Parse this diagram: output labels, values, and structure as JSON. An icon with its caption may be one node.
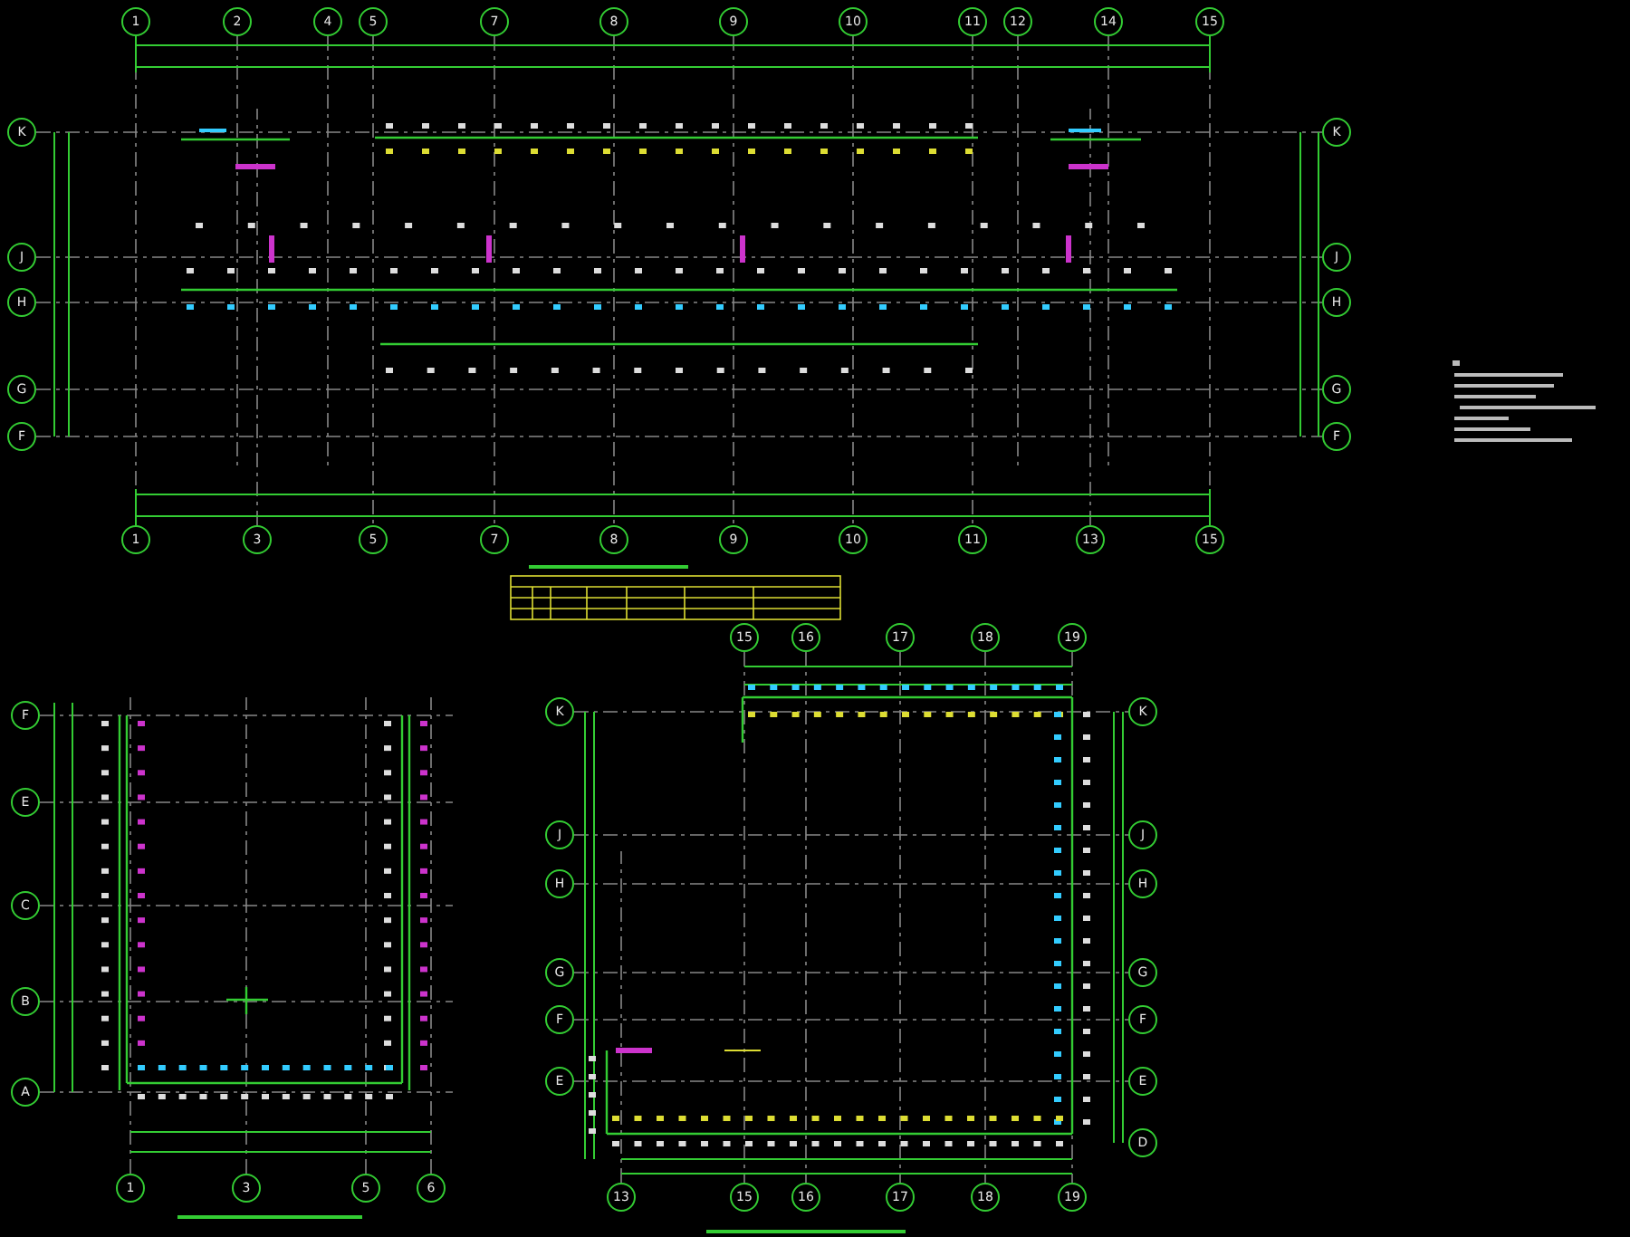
{
  "diagram": {
    "nodes": [
      {
        "text": [
          "1"
        ]
      },
      {
        "text": [
          "2"
        ]
      },
      {
        "text": [
          "4"
        ]
      },
      {
        "text": [
          "5"
        ]
      },
      {
        "text": [
          "7"
        ]
      },
      {
        "text": [
          "8"
        ]
      },
      {
        "text": [
          "9"
        ]
      },
      {
        "text": [
          "10"
        ]
      },
      {
        "text": [
          "11"
        ]
      },
      {
        "text": [
          "12"
        ]
      },
      {
        "text": [
          "14"
        ]
      },
      {
        "text": [
          "15"
        ]
      },
      {
        "text": [
          "K"
        ]
      },
      {
        "text": [
          "J"
        ]
      },
      {
        "text": [
          "H"
        ]
      },
      {
        "text": [
          "G"
        ]
      },
      {
        "text": [
          "F"
        ]
      },
      {
        "text": [
          "K"
        ]
      },
      {
        "text": [
          "J"
        ]
      },
      {
        "text": [
          "H"
        ]
      },
      {
        "text": [
          "G"
        ]
      },
      {
        "text": [
          "F"
        ]
      },
      {
        "text": [
          "1"
        ]
      },
      {
        "text": [
          "3"
        ]
      },
      {
        "text": [
          "5"
        ]
      },
      {
        "text": [
          "7"
        ]
      },
      {
        "text": [
          "8"
        ]
      },
      {
        "text": [
          "9"
        ]
      },
      {
        "text": [
          "10"
        ]
      },
      {
        "text": [
          "11"
        ]
      },
      {
        "text": [
          "13"
        ]
      },
      {
        "text": [
          "15"
        ]
      },
      {
        "text": [
          "F"
        ]
      },
      {
        "text": [
          "E"
        ]
      },
      {
        "text": [
          "C"
        ]
      },
      {
        "text": [
          "B"
        ]
      },
      {
        "text": [
          "A"
        ]
      },
      {
        "text": [
          "1"
        ]
      },
      {
        "text": [
          "3"
        ]
      },
      {
        "text": [
          "5"
        ]
      },
      {
        "text": [
          "6"
        ]
      },
      {
        "text": [
          "15"
        ]
      },
      {
        "text": [
          "16"
        ]
      },
      {
        "text": [
          "17"
        ]
      },
      {
        "text": [
          "18"
        ]
      },
      {
        "text": [
          "19"
        ]
      },
      {
        "text": [
          "K"
        ]
      },
      {
        "text": [
          "J"
        ]
      },
      {
        "text": [
          "H"
        ]
      },
      {
        "text": [
          "G"
        ]
      },
      {
        "text": [
          "F"
        ]
      },
      {
        "text": [
          "E"
        ]
      },
      {
        "text": [
          "K"
        ]
      },
      {
        "text": [
          "J"
        ]
      },
      {
        "text": [
          "H"
        ]
      },
      {
        "text": [
          "G"
        ]
      },
      {
        "text": [
          "F"
        ]
      },
      {
        "text": [
          "E"
        ]
      },
      {
        "text": [
          "D"
        ]
      },
      {
        "text": [
          "13"
        ]
      },
      {
        "text": [
          "15"
        ]
      },
      {
        "text": [
          "16"
        ]
      },
      {
        "text": [
          "17"
        ]
      },
      {
        "text": [
          "18"
        ]
      },
      {
        "text": [
          "19"
        ]
      }
    ],
    "edges": [
      {
        "from": 0,
        "to": 22,
        "arrow": "none"
      },
      {
        "from": 3,
        "to": 24,
        "arrow": "none"
      },
      {
        "from": 4,
        "to": 25,
        "arrow": "none"
      },
      {
        "from": 5,
        "to": 26,
        "arrow": "none"
      },
      {
        "from": 6,
        "to": 27,
        "arrow": "none"
      },
      {
        "from": 7,
        "to": 28,
        "arrow": "none"
      },
      {
        "from": 8,
        "to": 29,
        "arrow": "none"
      },
      {
        "from": 11,
        "to": 31,
        "arrow": "none"
      },
      {
        "from": 12,
        "to": 17,
        "arrow": "none"
      },
      {
        "from": 13,
        "to": 18,
        "arrow": "none"
      },
      {
        "from": 14,
        "to": 19,
        "arrow": "none"
      },
      {
        "from": 15,
        "to": 20,
        "arrow": "none"
      },
      {
        "from": 16,
        "to": 21,
        "arrow": "none"
      },
      {
        "from": 41,
        "to": 60,
        "arrow": "none"
      },
      {
        "from": 42,
        "to": 61,
        "arrow": "none"
      },
      {
        "from": 43,
        "to": 62,
        "arrow": "none"
      },
      {
        "from": 44,
        "to": 63,
        "arrow": "none"
      },
      {
        "from": 45,
        "to": 64,
        "arrow": "none"
      },
      {
        "from": 46,
        "to": 52,
        "arrow": "none"
      },
      {
        "from": 47,
        "to": 53,
        "arrow": "none"
      },
      {
        "from": 48,
        "to": 54,
        "arrow": "none"
      },
      {
        "from": 49,
        "to": 55,
        "arrow": "none"
      },
      {
        "from": 50,
        "to": 56,
        "arrow": "none"
      },
      {
        "from": 51,
        "to": 57,
        "arrow": "none"
      }
    ]
  }
}
